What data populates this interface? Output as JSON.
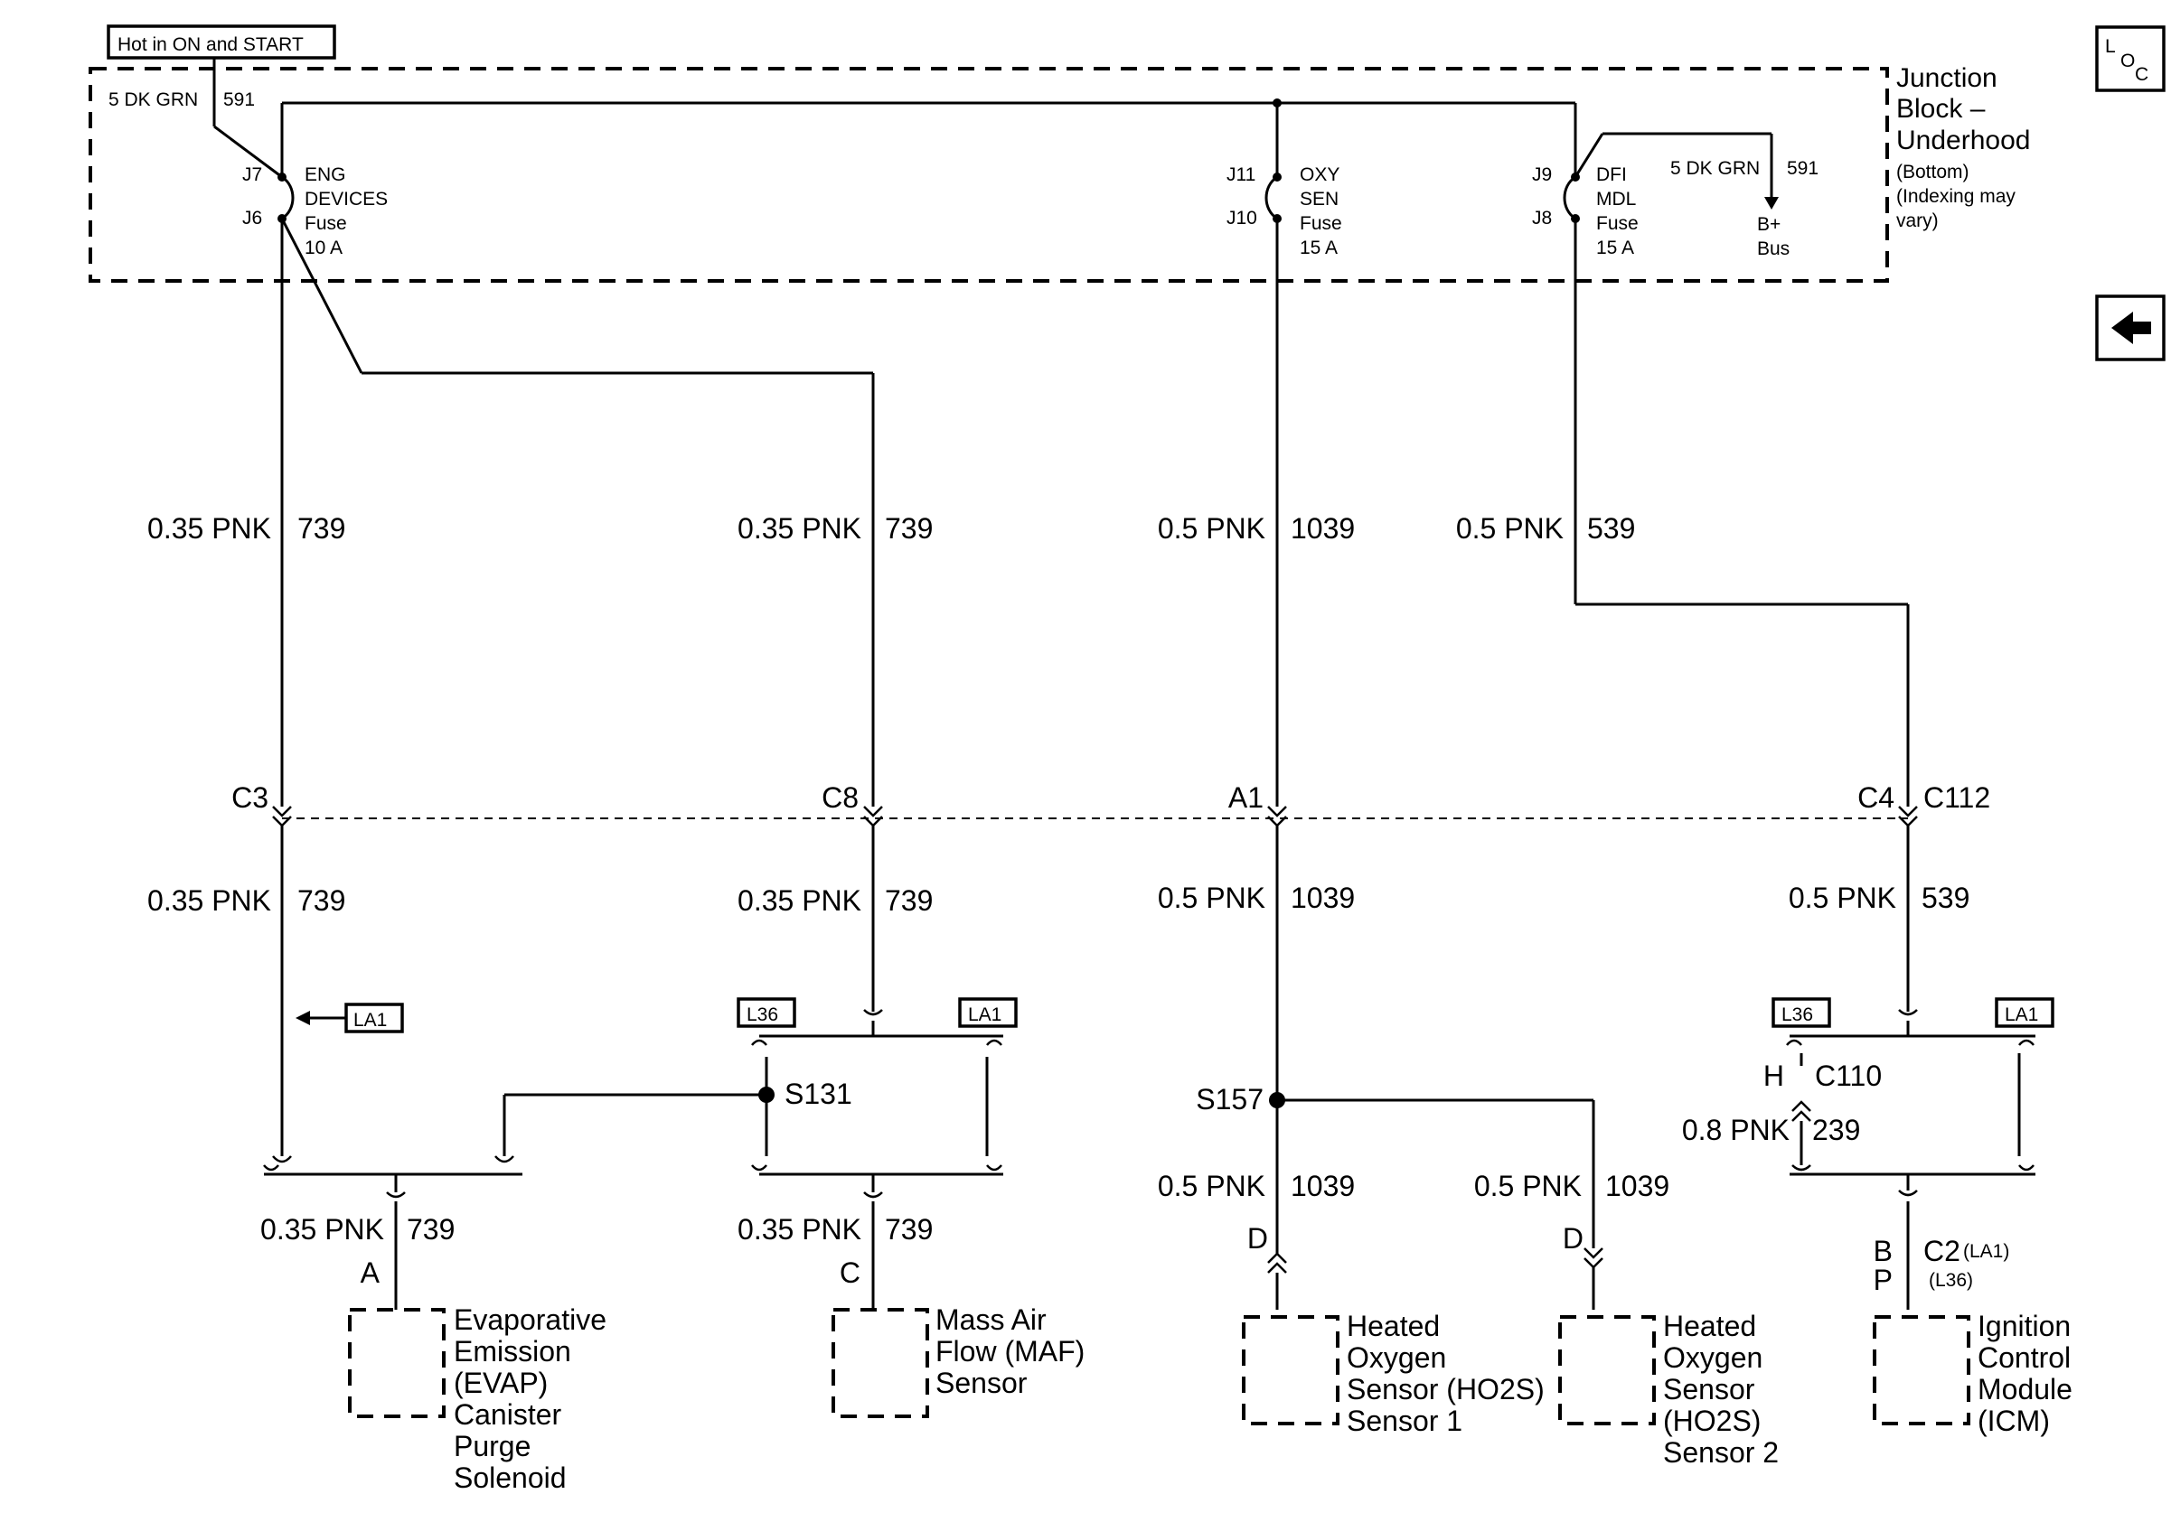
{
  "hot_label": "Hot in ON and START",
  "junction_block": {
    "title_line1": "Junction",
    "title_line2": "Block –",
    "title_line3": "Underhood",
    "note_line1": "(Bottom)",
    "note_line2": "(Indexing may",
    "note_line3": "vary)",
    "feed_wire_size": "5 DK GRN",
    "feed_wire_circuit": "591",
    "bus_wire_size": "5 DK GRN",
    "bus_wire_circuit": "591",
    "bus_line1": "B+",
    "bus_line2": "Bus"
  },
  "fuses": [
    {
      "terminal_top": "J7",
      "terminal_bottom": "J6",
      "line1": "ENG",
      "line2": "DEVICES",
      "line3": "Fuse",
      "line4": "10 A"
    },
    {
      "terminal_top": "J11",
      "terminal_bottom": "J10",
      "line1": "OXY",
      "line2": "SEN",
      "line3": "Fuse",
      "line4": "15 A"
    },
    {
      "terminal_top": "J9",
      "terminal_bottom": "J8",
      "line1": "DFI",
      "line2": "MDL",
      "line3": "Fuse",
      "line4": "15 A"
    }
  ],
  "wire_labels": {
    "upper": [
      {
        "size": "0.35 PNK",
        "circuit": "739"
      },
      {
        "size": "0.35 PNK",
        "circuit": "739"
      },
      {
        "size": "0.5 PNK",
        "circuit": "1039"
      },
      {
        "size": "0.5 PNK",
        "circuit": "539"
      }
    ],
    "lower": [
      {
        "size": "0.35 PNK",
        "circuit": "739"
      },
      {
        "size": "0.35 PNK",
        "circuit": "739"
      },
      {
        "size": "0.5 PNK",
        "circuit": "1039"
      },
      {
        "size": "0.5 PNK",
        "circuit": "539"
      }
    ],
    "bottom": [
      {
        "size": "0.35 PNK",
        "circuit": "739"
      },
      {
        "size": "0.35 PNK",
        "circuit": "739"
      },
      {
        "size": "0.5 PNK",
        "circuit": "1039"
      },
      {
        "size": "0.5 PNK",
        "circuit": "1039"
      }
    ],
    "icm_feed": {
      "size": "0.8 PNK",
      "circuit": "239"
    }
  },
  "connector_c112": {
    "name": "C112",
    "pins": [
      "C3",
      "C8",
      "A1",
      "C4"
    ]
  },
  "connector_c110": {
    "name": "C110",
    "pin": "H"
  },
  "splices": [
    "S131",
    "S157"
  ],
  "option_tags": {
    "la1": "LA1",
    "l36": "L36"
  },
  "components": [
    {
      "pin": "A",
      "lines": [
        "Evaporative",
        "Emission",
        "(EVAP)",
        "Canister",
        "Purge",
        "Solenoid"
      ]
    },
    {
      "pin": "C",
      "lines": [
        "Mass Air",
        "Flow (MAF)",
        "Sensor"
      ]
    },
    {
      "pin": "D",
      "lines": [
        "Heated",
        "Oxygen",
        "Sensor (HO2S)",
        "Sensor 1"
      ]
    },
    {
      "pin": "D",
      "lines": [
        "Heated",
        "Oxygen",
        "Sensor",
        "(HO2S)",
        "Sensor 2"
      ]
    },
    {
      "pin_b": "B",
      "pin_p": "P",
      "connector": "C2",
      "conn_la1": "(LA1)",
      "conn_l36": "(L36)",
      "lines": [
        "Ignition",
        "Control",
        "Module",
        "(ICM)"
      ]
    }
  ],
  "nav": {
    "loc_l": "L",
    "loc_o": "O",
    "loc_c": "C",
    "back_icon": "arrow-left-icon"
  }
}
